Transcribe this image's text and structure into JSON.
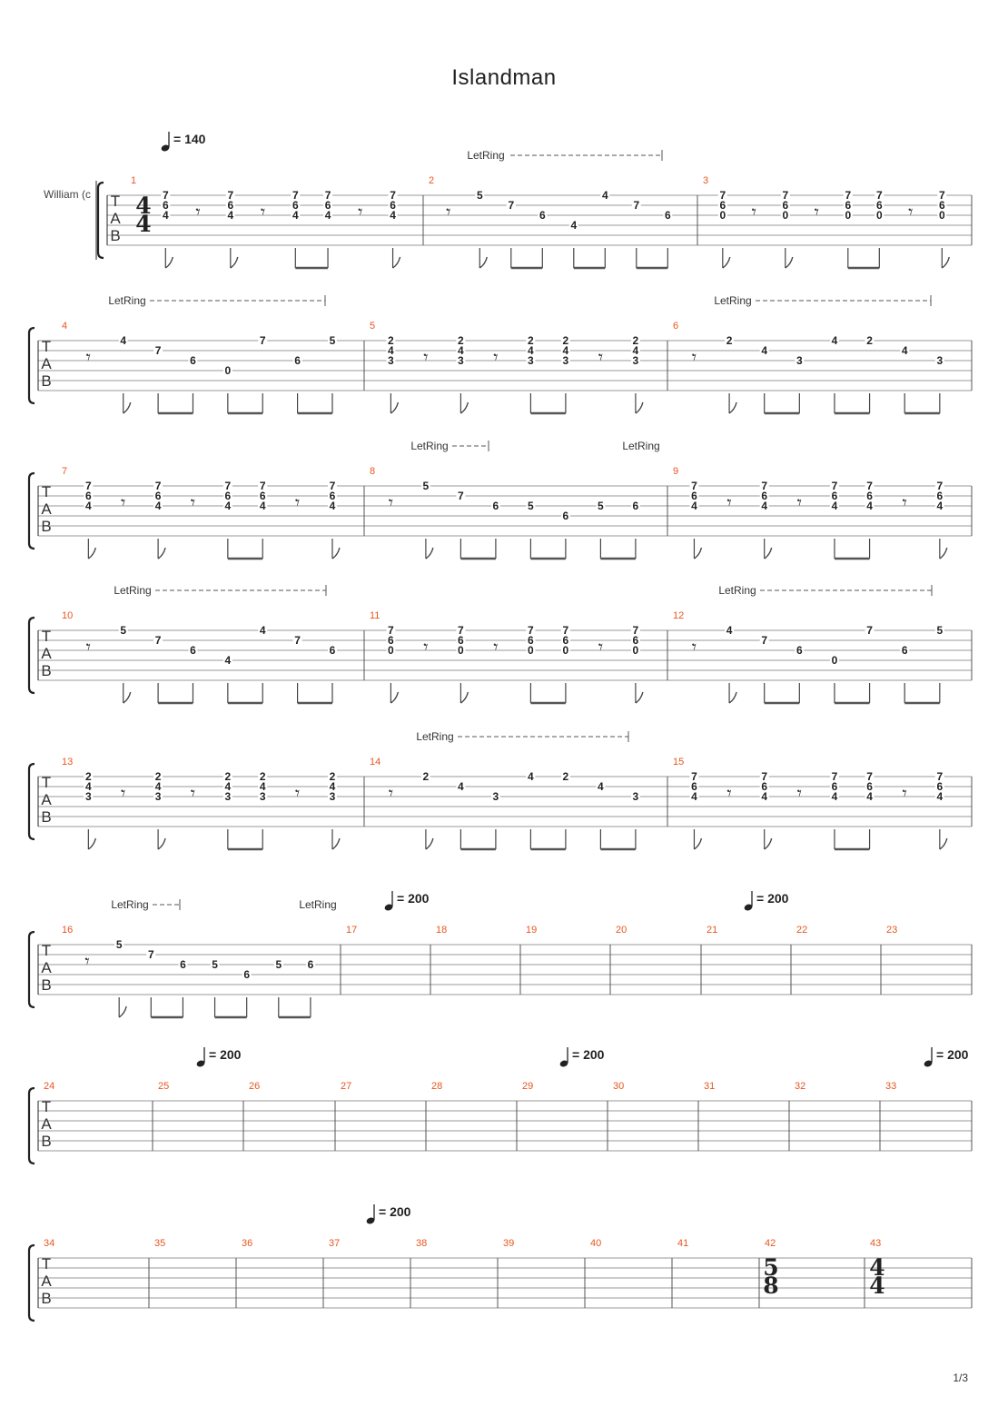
{
  "title": "Islandman",
  "instrument": "William (c",
  "page": "1/3",
  "tab_letters": [
    "T",
    "A",
    "B"
  ],
  "let_ring_label": "LetRing",
  "tempo_marks": [
    "= 140",
    "= 200"
  ],
  "time_signatures": [
    {
      "bar": 1,
      "top": "4",
      "bottom": "4"
    },
    {
      "bar": 42,
      "top": "5",
      "bottom": "8"
    },
    {
      "bar": 43,
      "top": "4",
      "bottom": "4"
    }
  ],
  "tempo_changes": [
    {
      "bar": 1,
      "text": "= 140"
    },
    {
      "bar": 17,
      "text": "= 200"
    },
    {
      "bar": 21,
      "text": "= 200"
    },
    {
      "bar": 25,
      "text": "= 200"
    },
    {
      "bar": 29,
      "text": "= 200"
    },
    {
      "bar": 33,
      "text": "= 200"
    },
    {
      "bar": 37,
      "text": "= 200"
    }
  ],
  "bars": {
    "1": [
      [
        [
          "7",
          "6",
          "4"
        ],
        "8"
      ],
      [
        "r",
        "r"
      ],
      [
        [
          "7",
          "6",
          "4"
        ],
        "8"
      ],
      [
        "r",
        "r"
      ],
      [
        [
          "7",
          "6",
          "4"
        ],
        "b"
      ],
      [
        [
          "7",
          "6",
          "4"
        ],
        "b"
      ],
      [
        "r",
        "r"
      ],
      [
        [
          "7",
          "6",
          "4"
        ],
        "8"
      ]
    ],
    "2": [
      [
        "r",
        "r"
      ],
      [
        [
          "5"
        ],
        "8"
      ],
      [
        [
          "",
          "7"
        ],
        "b"
      ],
      [
        [
          "",
          "",
          "6"
        ],
        "b"
      ],
      [
        [
          "",
          "",
          "",
          "4"
        ],
        "b"
      ],
      [
        [
          "4"
        ],
        "b"
      ],
      [
        [
          "",
          "7"
        ],
        "b"
      ],
      [
        [
          "",
          "",
          "6"
        ],
        "b"
      ]
    ],
    "3": [
      [
        [
          "7",
          "6",
          "0"
        ],
        "8"
      ],
      [
        "r",
        "r"
      ],
      [
        [
          "7",
          "6",
          "0"
        ],
        "8"
      ],
      [
        "r",
        "r"
      ],
      [
        [
          "7",
          "6",
          "0"
        ],
        "b"
      ],
      [
        [
          "7",
          "6",
          "0"
        ],
        "b"
      ],
      [
        "r",
        "r"
      ],
      [
        [
          "7",
          "6",
          "0"
        ],
        "8"
      ]
    ],
    "4": [
      [
        "r",
        "r"
      ],
      [
        [
          "4"
        ],
        "8"
      ],
      [
        [
          "",
          "7"
        ],
        "b"
      ],
      [
        [
          "",
          "",
          "6"
        ],
        "b"
      ],
      [
        [
          "",
          "",
          "",
          "0"
        ],
        "b"
      ],
      [
        [
          "7"
        ],
        "b"
      ],
      [
        [
          "",
          "",
          "6"
        ],
        "b"
      ],
      [
        [
          "5"
        ],
        "b"
      ]
    ],
    "5": [
      [
        [
          "2",
          "4",
          "3"
        ],
        "8"
      ],
      [
        "r",
        "r"
      ],
      [
        [
          "2",
          "4",
          "3"
        ],
        "8"
      ],
      [
        "r",
        "r"
      ],
      [
        [
          "2",
          "4",
          "3"
        ],
        "b"
      ],
      [
        [
          "2",
          "4",
          "3"
        ],
        "b"
      ],
      [
        "r",
        "r"
      ],
      [
        [
          "2",
          "4",
          "3"
        ],
        "8"
      ]
    ],
    "6": [
      [
        "r",
        "r"
      ],
      [
        [
          "2"
        ],
        "8"
      ],
      [
        [
          "",
          "4"
        ],
        "b"
      ],
      [
        [
          "",
          "",
          "3"
        ],
        "b"
      ],
      [
        [
          "4"
        ],
        "b"
      ],
      [
        [
          "2"
        ],
        "b"
      ],
      [
        [
          "",
          "4"
        ],
        "b"
      ],
      [
        [
          "",
          "",
          "3"
        ],
        "b"
      ]
    ],
    "7": [
      [
        [
          "7",
          "6",
          "4"
        ],
        "8"
      ],
      [
        "r",
        "r"
      ],
      [
        [
          "7",
          "6",
          "4"
        ],
        "8"
      ],
      [
        "r",
        "r"
      ],
      [
        [
          "7",
          "6",
          "4"
        ],
        "b"
      ],
      [
        [
          "7",
          "6",
          "4"
        ],
        "b"
      ],
      [
        "r",
        "r"
      ],
      [
        [
          "7",
          "6",
          "4"
        ],
        "8"
      ]
    ],
    "8": [
      [
        "r",
        "r"
      ],
      [
        [
          "5"
        ],
        "8"
      ],
      [
        [
          "",
          "7"
        ],
        "b"
      ],
      [
        [
          "",
          "",
          "6"
        ],
        "b"
      ],
      [
        [
          "",
          "",
          "5"
        ],
        "b"
      ],
      [
        [
          "",
          "",
          "",
          "6"
        ],
        "b"
      ],
      [
        [
          "",
          "",
          "5"
        ],
        "b"
      ],
      [
        [
          "",
          "",
          "6"
        ],
        "b"
      ]
    ],
    "9": [
      [
        [
          "7",
          "6",
          "4"
        ],
        "8"
      ],
      [
        "r",
        "r"
      ],
      [
        [
          "7",
          "6",
          "4"
        ],
        "8"
      ],
      [
        "r",
        "r"
      ],
      [
        [
          "7",
          "6",
          "4"
        ],
        "b"
      ],
      [
        [
          "7",
          "6",
          "4"
        ],
        "b"
      ],
      [
        "r",
        "r"
      ],
      [
        [
          "7",
          "6",
          "4"
        ],
        "8"
      ]
    ],
    "10": [
      [
        "r",
        "r"
      ],
      [
        [
          "5"
        ],
        "8"
      ],
      [
        [
          "",
          "7"
        ],
        "b"
      ],
      [
        [
          "",
          "",
          "6"
        ],
        "b"
      ],
      [
        [
          "",
          "",
          "",
          "4"
        ],
        "b"
      ],
      [
        [
          "4"
        ],
        "b"
      ],
      [
        [
          "",
          "7"
        ],
        "b"
      ],
      [
        [
          "",
          "",
          "6"
        ],
        "b"
      ]
    ],
    "11": [
      [
        [
          "7",
          "6",
          "0"
        ],
        "8"
      ],
      [
        "r",
        "r"
      ],
      [
        [
          "7",
          "6",
          "0"
        ],
        "8"
      ],
      [
        "r",
        "r"
      ],
      [
        [
          "7",
          "6",
          "0"
        ],
        "b"
      ],
      [
        [
          "7",
          "6",
          "0"
        ],
        "b"
      ],
      [
        "r",
        "r"
      ],
      [
        [
          "7",
          "6",
          "0"
        ],
        "8"
      ]
    ],
    "12": [
      [
        "r",
        "r"
      ],
      [
        [
          "4"
        ],
        "8"
      ],
      [
        [
          "",
          "7"
        ],
        "b"
      ],
      [
        [
          "",
          "",
          "6"
        ],
        "b"
      ],
      [
        [
          "",
          "",
          "",
          "0"
        ],
        "b"
      ],
      [
        [
          "7"
        ],
        "b"
      ],
      [
        [
          "",
          "",
          "6"
        ],
        "b"
      ],
      [
        [
          "5"
        ],
        "b"
      ]
    ],
    "13": [
      [
        [
          "2",
          "4",
          "3"
        ],
        "8"
      ],
      [
        "r",
        "r"
      ],
      [
        [
          "2",
          "4",
          "3"
        ],
        "8"
      ],
      [
        "r",
        "r"
      ],
      [
        [
          "2",
          "4",
          "3"
        ],
        "b"
      ],
      [
        [
          "2",
          "4",
          "3"
        ],
        "b"
      ],
      [
        "r",
        "r"
      ],
      [
        [
          "2",
          "4",
          "3"
        ],
        "8"
      ]
    ],
    "14": [
      [
        "r",
        "r"
      ],
      [
        [
          "2"
        ],
        "8"
      ],
      [
        [
          "",
          "4"
        ],
        "b"
      ],
      [
        [
          "",
          "",
          "3"
        ],
        "b"
      ],
      [
        [
          "4"
        ],
        "b"
      ],
      [
        [
          "2"
        ],
        "b"
      ],
      [
        [
          "",
          "4"
        ],
        "b"
      ],
      [
        [
          "",
          "",
          "3"
        ],
        "b"
      ]
    ],
    "15": [
      [
        [
          "7",
          "6",
          "4"
        ],
        "8"
      ],
      [
        "r",
        "r"
      ],
      [
        [
          "7",
          "6",
          "4"
        ],
        "8"
      ],
      [
        "r",
        "r"
      ],
      [
        [
          "7",
          "6",
          "4"
        ],
        "b"
      ],
      [
        [
          "7",
          "6",
          "4"
        ],
        "b"
      ],
      [
        "r",
        "r"
      ],
      [
        [
          "7",
          "6",
          "4"
        ],
        "8"
      ]
    ],
    "16": [
      [
        "r",
        "r"
      ],
      [
        [
          "5"
        ],
        "8"
      ],
      [
        [
          "",
          "7"
        ],
        "b"
      ],
      [
        [
          "",
          "",
          "6"
        ],
        "b"
      ],
      [
        [
          "",
          "",
          "5"
        ],
        "b"
      ],
      [
        [
          "",
          "",
          "",
          "6"
        ],
        "b"
      ],
      [
        [
          "",
          "",
          "5"
        ],
        "b"
      ],
      [
        [
          "",
          "",
          "6"
        ],
        "b"
      ]
    ]
  },
  "bar_numbers": [
    "1",
    "2",
    "3",
    "4",
    "5",
    "6",
    "7",
    "8",
    "9",
    "10",
    "11",
    "12",
    "13",
    "14",
    "15",
    "16",
    "17",
    "18",
    "19",
    "20",
    "21",
    "22",
    "23",
    "24",
    "25",
    "26",
    "27",
    "28",
    "29",
    "30",
    "31",
    "32",
    "33",
    "34",
    "35",
    "36",
    "37",
    "38",
    "39",
    "40",
    "41",
    "42",
    "43"
  ]
}
